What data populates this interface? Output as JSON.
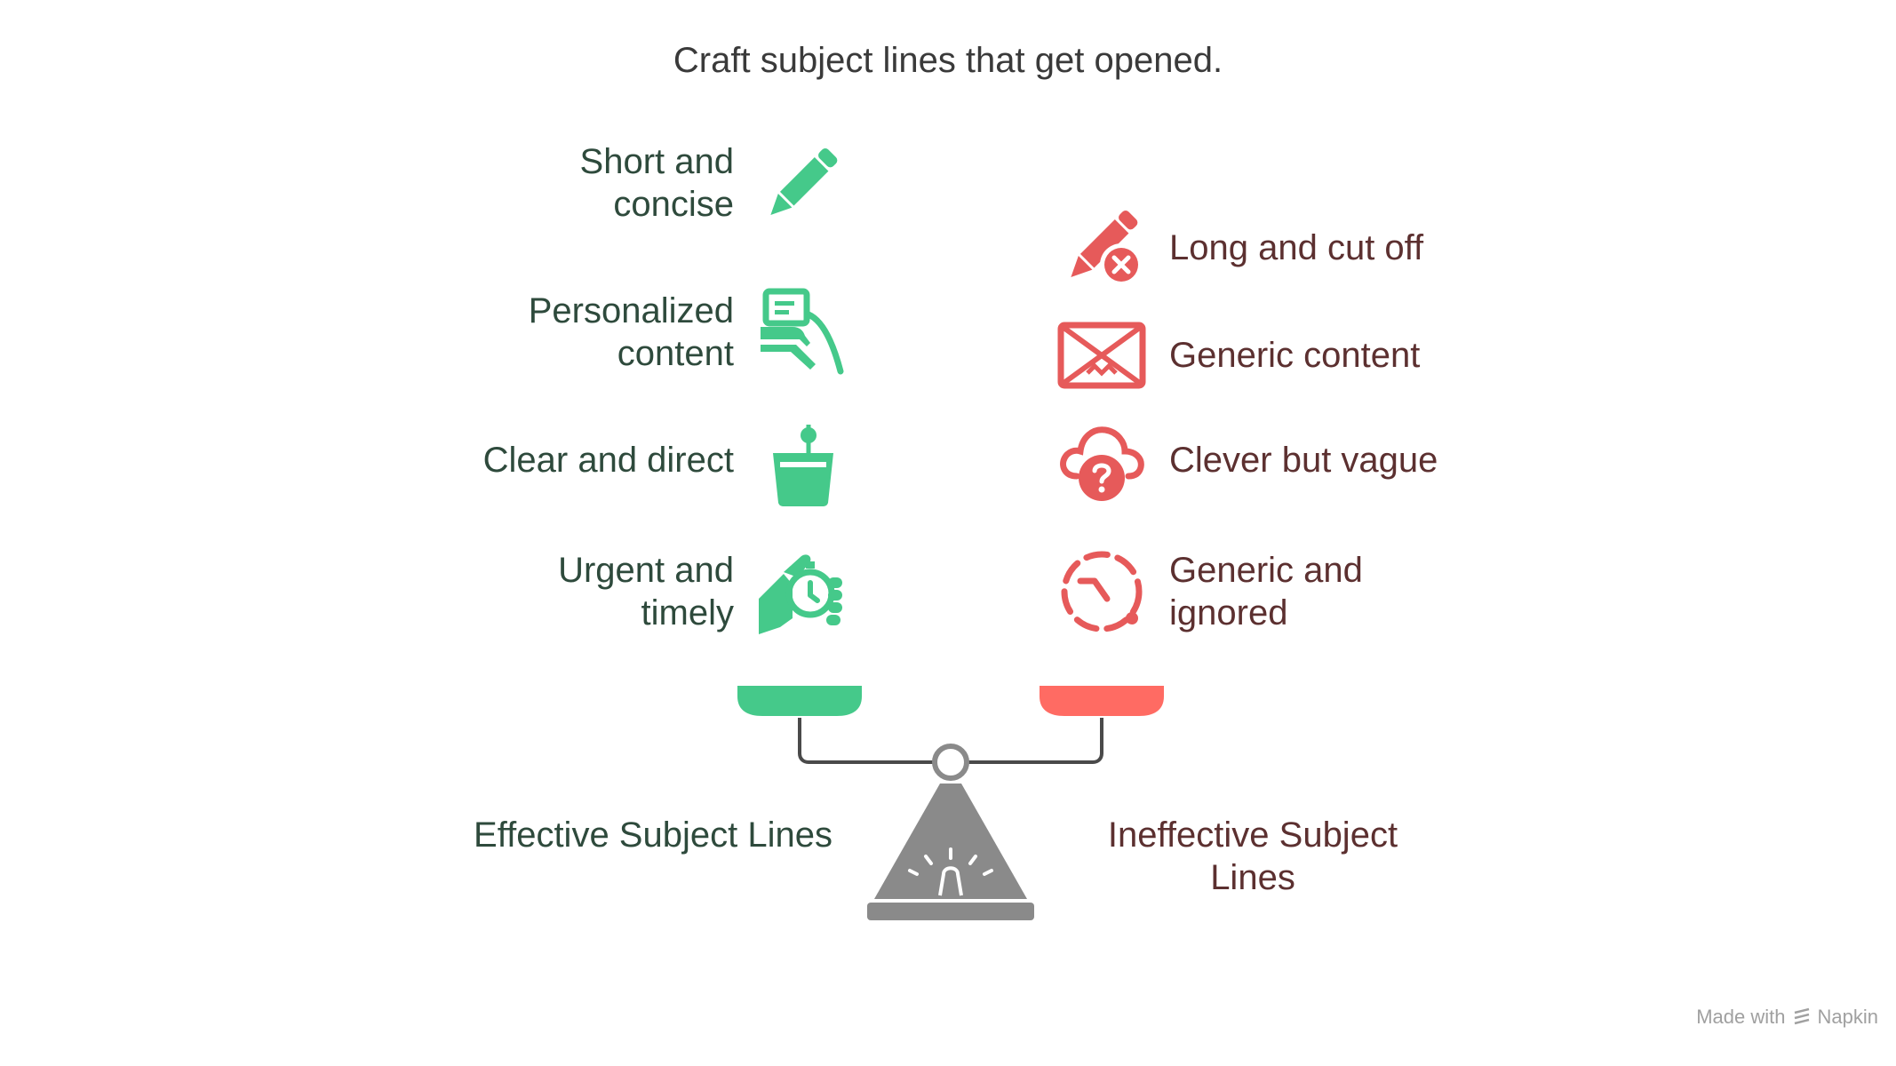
{
  "title": "Craft subject lines that get opened.",
  "effective": {
    "heading": "Effective Subject Lines",
    "color": "#45C98A",
    "items": [
      {
        "label": "Short and concise",
        "icon": "pencil-icon"
      },
      {
        "label": "Personalized content",
        "icon": "hand-card-icon"
      },
      {
        "label": "Clear and direct",
        "icon": "glass-drink-icon"
      },
      {
        "label": "Urgent and timely",
        "icon": "stopwatch-hand-icon"
      }
    ]
  },
  "ineffective": {
    "heading": "Ineffective Subject Lines",
    "color": "#E65A5A",
    "items": [
      {
        "label": "Long and cut off",
        "icon": "pencil-x-icon"
      },
      {
        "label": "Generic content",
        "icon": "envelope-x-icon"
      },
      {
        "label": "Clever but vague",
        "icon": "cloud-question-icon"
      },
      {
        "label": "Generic and ignored",
        "icon": "dashed-clock-icon"
      }
    ]
  },
  "scale_color": "#8A8A8A",
  "footer": {
    "made_with": "Made with",
    "brand": "Napkin"
  }
}
